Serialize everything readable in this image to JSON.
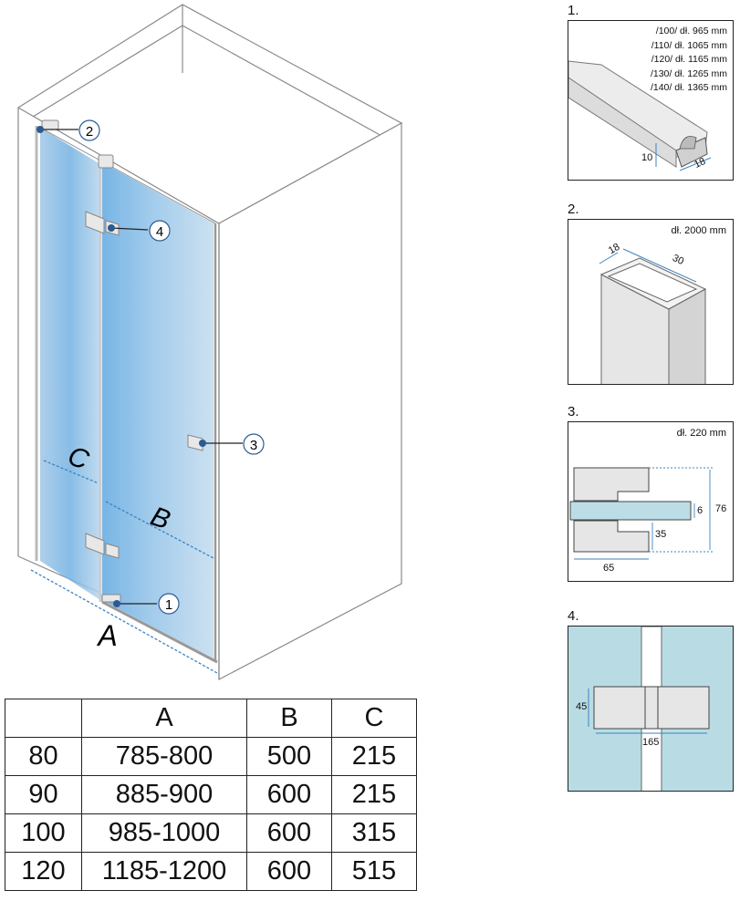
{
  "main_drawing": {
    "callouts": [
      "1",
      "2",
      "3",
      "4"
    ],
    "dimension_letters": {
      "a": "A",
      "b": "B",
      "c": "C"
    }
  },
  "detail_panels": [
    {
      "number": "1.",
      "lengths": [
        "/100/ dł. 965 mm",
        "/110/ dł. 1065 mm",
        "/120/ dł. 1165 mm",
        "/130/ dł. 1265 mm",
        "/140/ dł. 1365 mm"
      ],
      "dims": [
        "10",
        "18"
      ]
    },
    {
      "number": "2.",
      "length": "dł. 2000 mm",
      "dims": [
        "18",
        "30"
      ]
    },
    {
      "number": "3.",
      "length": "dł. 220 mm",
      "dims": [
        "6",
        "76",
        "35",
        "65"
      ]
    },
    {
      "number": "4.",
      "dims": [
        "45",
        "165"
      ]
    }
  ],
  "size_table": {
    "headers": [
      "",
      "A",
      "B",
      "C"
    ],
    "rows": [
      [
        "80",
        "785-800",
        "500",
        "215"
      ],
      [
        "90",
        "885-900",
        "600",
        "215"
      ],
      [
        "100",
        "985-1000",
        "600",
        "315"
      ],
      [
        "120",
        "1185-1200",
        "600",
        "515"
      ]
    ]
  },
  "colors": {
    "glass": "#a9cfea",
    "glass_dark": "#6fb0e0",
    "dim_line": "#3a83c2",
    "frame": "#222222",
    "part_fill": "#e6e6e6",
    "hinge_bg": "#b9dce4"
  }
}
